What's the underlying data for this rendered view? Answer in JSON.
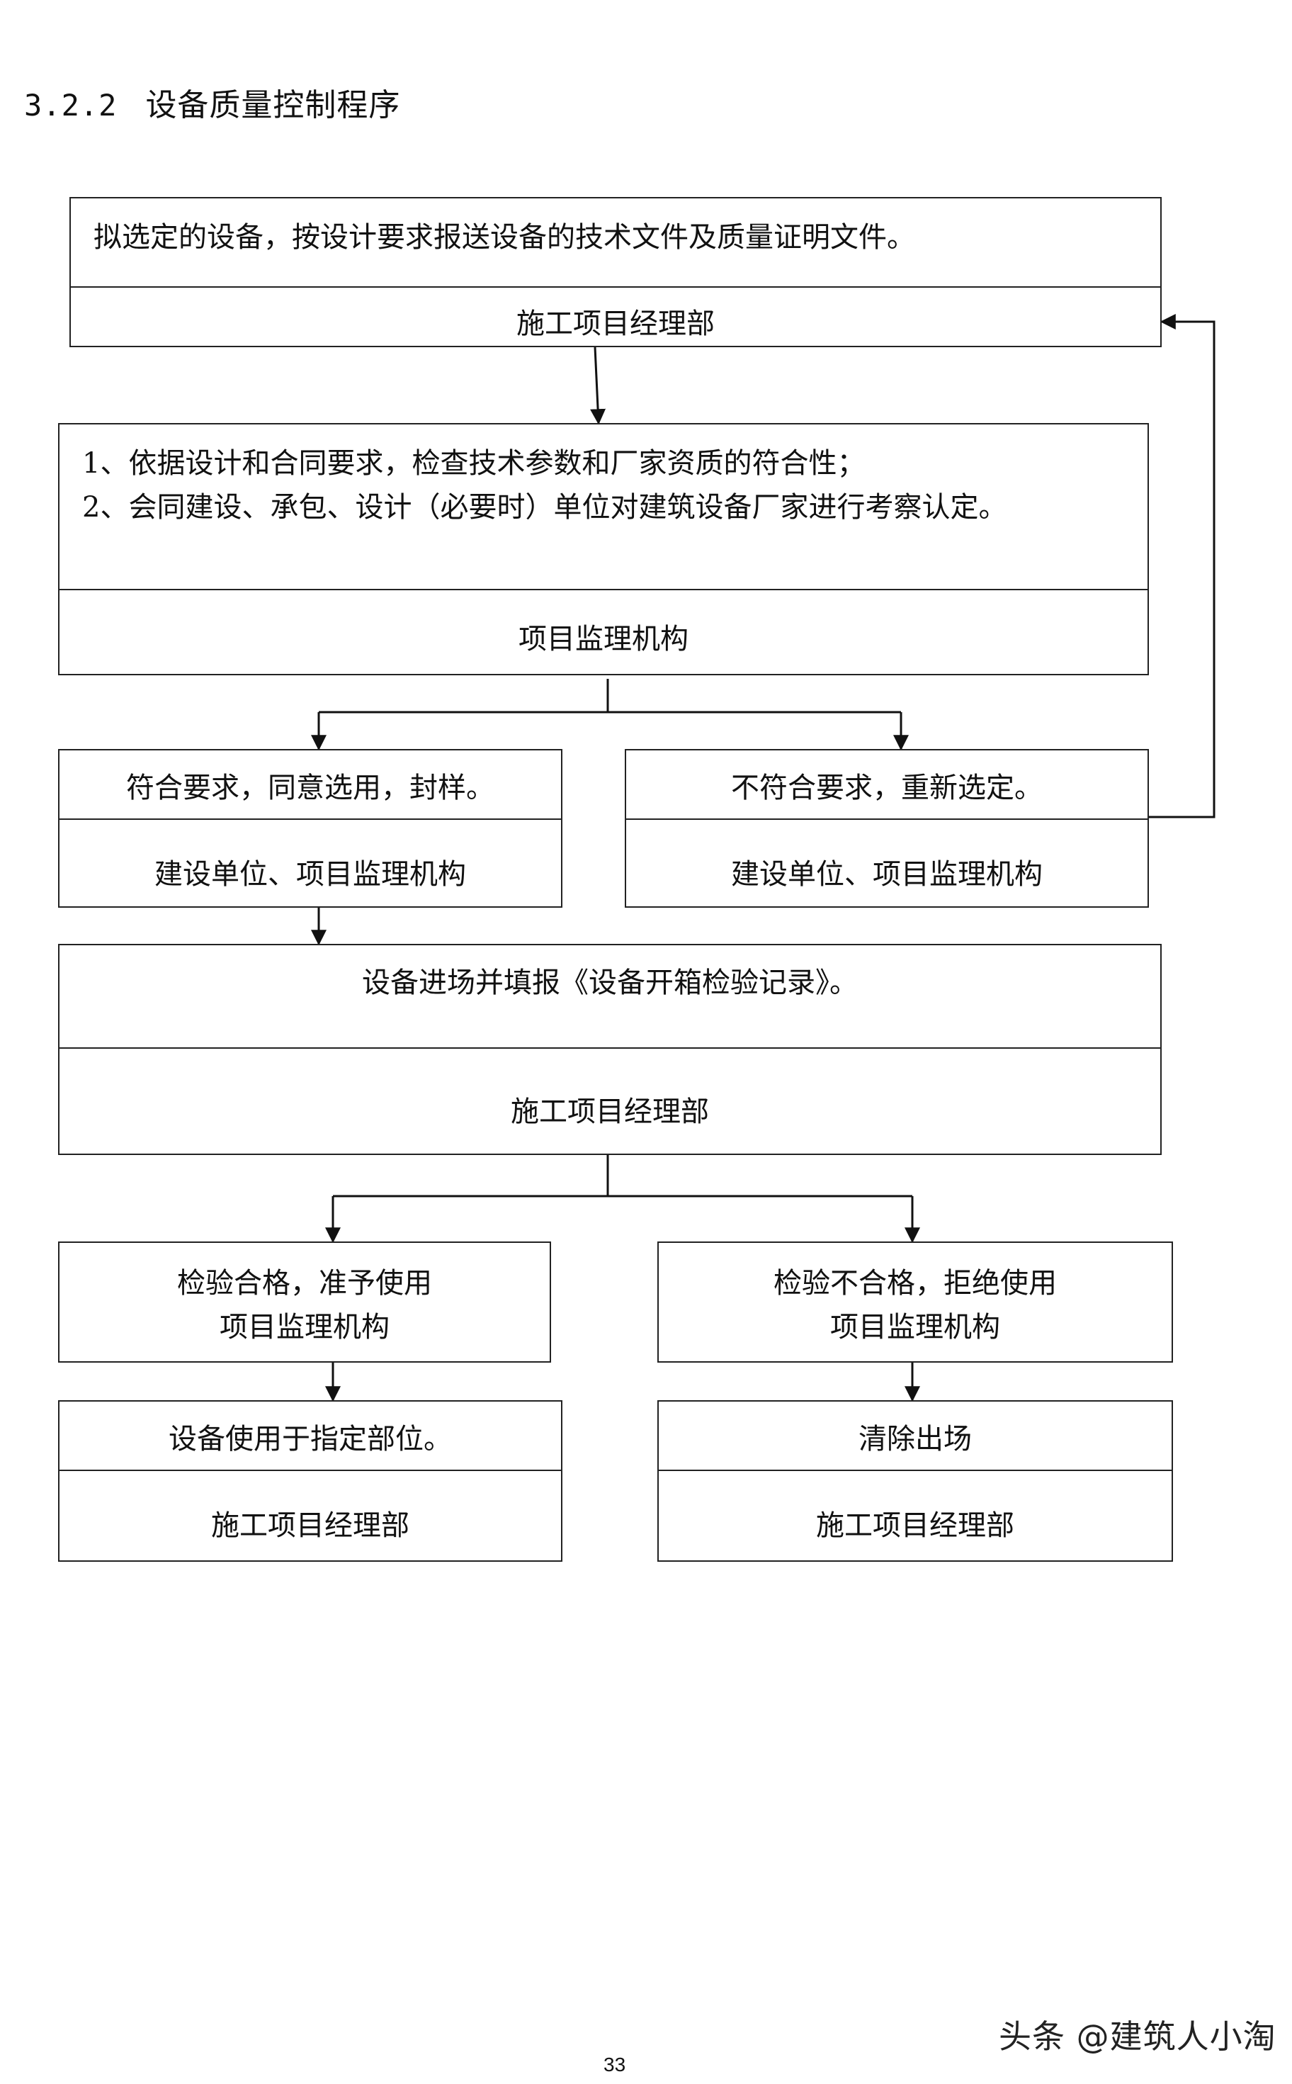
{
  "section": {
    "number": "3.2.2",
    "title": "设备质量控制程序"
  },
  "boxes": {
    "submit": {
      "text": "拟选定的设备，按设计要求报送设备的技术文件及质量证明文件。",
      "owner": "施工项目经理部"
    },
    "review": {
      "line1": "1、依据设计和合同要求，检查技术参数和厂家资质的符合性；",
      "line2": "2、会同建设、承包、设计（必要时）单位对建筑设备厂家进行考察认定。",
      "owner": "项目监理机构"
    },
    "approve": {
      "text": "符合要求，同意选用，封样。",
      "owner": "建设单位、项目监理机构"
    },
    "reject": {
      "text": "不符合要求，重新选定。",
      "owner": "建设单位、项目监理机构"
    },
    "arrival": {
      "text": "设备进场并填报《设备开箱检验记录》。",
      "owner": "施工项目经理部"
    },
    "pass": {
      "line1": "检验合格，准予使用",
      "line2": "项目监理机构"
    },
    "fail": {
      "line1": "检验不合格，拒绝使用",
      "line2": "项目监理机构"
    },
    "use": {
      "text": "设备使用于指定部位。",
      "owner": "施工项目经理部"
    },
    "remove": {
      "text": "清除出场",
      "owner": "施工项目经理部"
    }
  },
  "footer": {
    "page_number": "33",
    "watermark": "头条 @建筑人小淘"
  }
}
